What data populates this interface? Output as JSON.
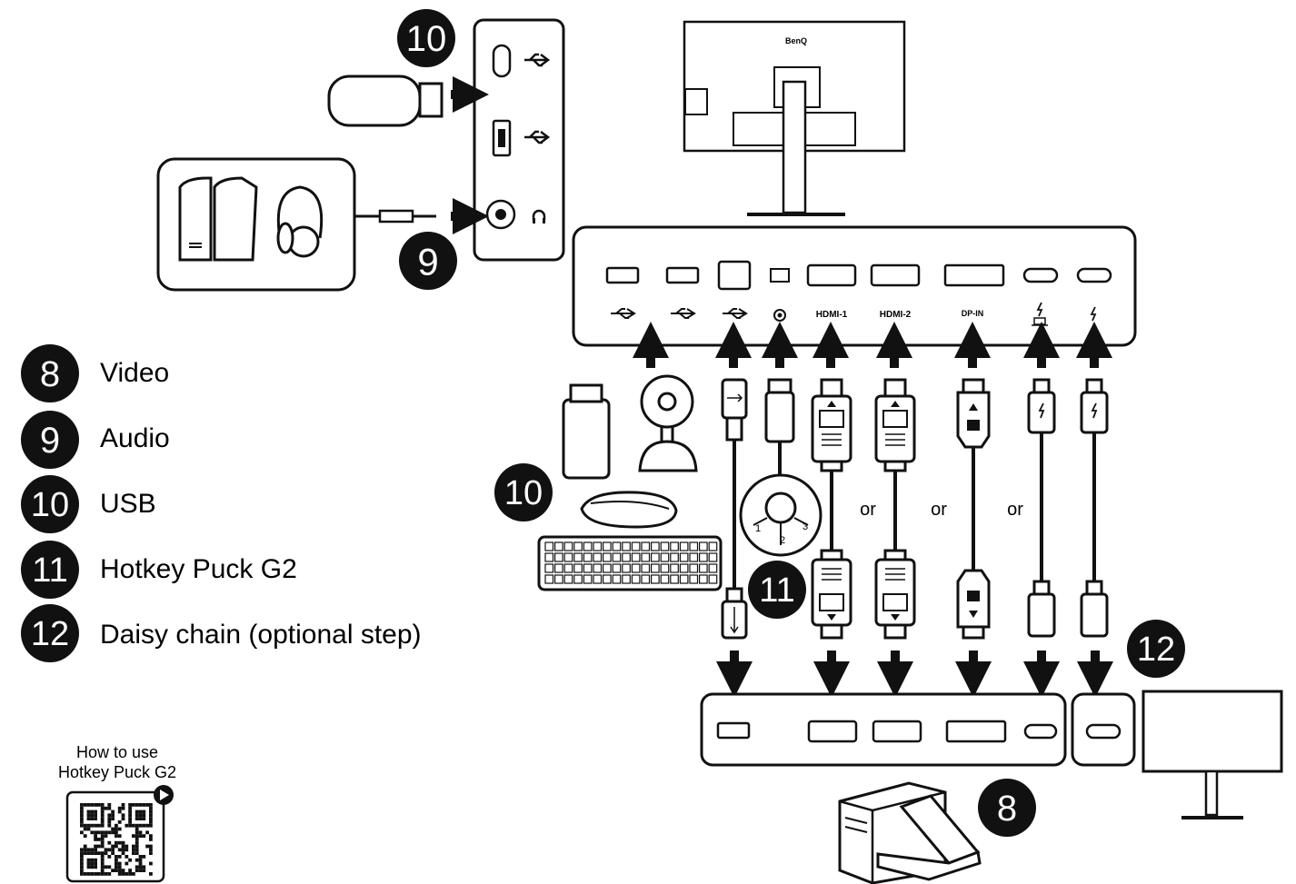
{
  "brand": "BenQ",
  "legend": [
    {
      "num": "8",
      "label": "Video"
    },
    {
      "num": "9",
      "label": "Audio"
    },
    {
      "num": "10",
      "label": "USB"
    },
    {
      "num": "11",
      "label": "Hotkey Puck G2"
    },
    {
      "num": "12",
      "label": "Daisy chain (optional step)"
    }
  ],
  "callouts": {
    "usb_top": "10",
    "audio": "9",
    "usb_mid": "10",
    "puck": "11",
    "daisy": "12",
    "pc": "8"
  },
  "port_labels": {
    "hdmi1": "HDMI-1",
    "hdmi2": "HDMI-2",
    "dp": "DP-IN"
  },
  "or_labels": [
    "or",
    "or",
    "or"
  ],
  "puck_keys": {
    "k1": "1",
    "k2": "2",
    "k3": "3"
  },
  "qr": {
    "line1": "How to use",
    "line2": "Hotkey Puck G2"
  },
  "icons": [
    "usb-icon",
    "headphone-icon",
    "hotkey-icon",
    "thunderbolt-icon",
    "laptop-icon",
    "play-icon",
    "qr-code-icon"
  ]
}
